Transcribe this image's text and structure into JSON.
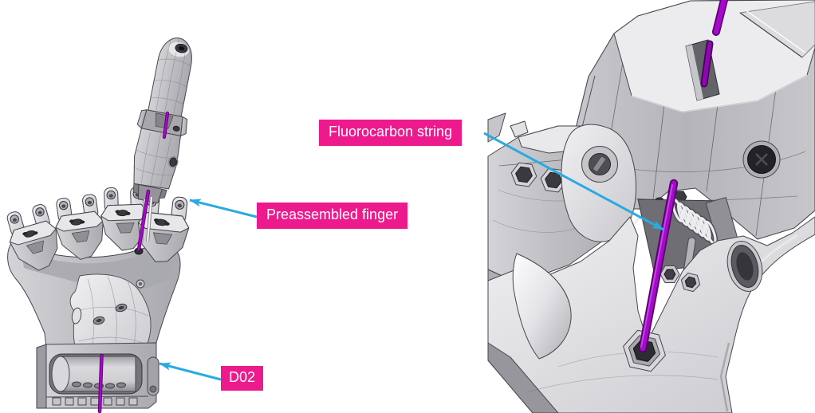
{
  "figure": {
    "kind": "CAD assembly illustration",
    "subject": "Prosthetic hand: preassembled finger inserted into hand D02 with fluorocarbon tendon string",
    "background": "#FFFFFF"
  },
  "labels": {
    "fluorocarbon_string": {
      "text": "Fluorocarbon string"
    },
    "preassembled_finger": {
      "text": "Preassembled finger"
    },
    "d02": {
      "text": "D02"
    }
  },
  "colors": {
    "label_background": "#EC1A8D",
    "label_text": "#FFFFFF",
    "arrow": "#29ABE2",
    "string_purple": "#A50ACB",
    "string_purple_dark": "#5E0070",
    "part_gray_light": "#ECECEF",
    "part_gray_mid": "#BEBEC3",
    "part_gray_dark": "#8E8E94",
    "edge": "#46464C"
  },
  "views": {
    "left": {
      "name": "hand overview",
      "parts_depicted": [
        "hand palm with four knuckle mounts",
        "wrist socket with tunnel and teeth",
        "preassembled two-segment finger",
        "purple tendon string",
        "white guide strings"
      ]
    },
    "right": {
      "name": "knuckle close-up",
      "parts_depicted": [
        "finger proximal segment",
        "knuckle mount with hex holes",
        "pivot lug holes",
        "return spring",
        "purple fluorocarbon string",
        "hex string hole in palm"
      ]
    }
  }
}
